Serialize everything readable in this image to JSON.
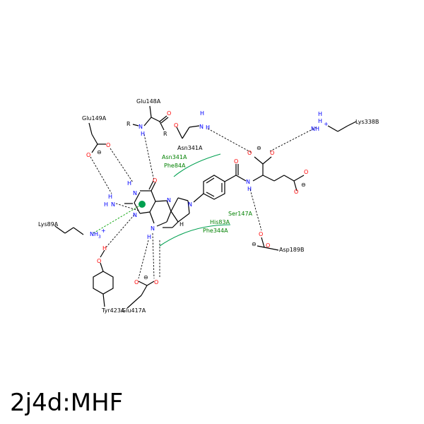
{
  "title": "2j4d:MHF",
  "colors": {
    "carbon": "#000000",
    "nitrogen": "#0000ff",
    "oxygen": "#ff0000",
    "hydrophobic_contact": "#008000",
    "pi_center": "#00a050"
  },
  "residues": {
    "glu148a": "Glu148A",
    "glu149a": "Glu149A",
    "asn341a_hb": "Asn341A",
    "lys338b": "Lys338B",
    "lys89a": "Lys89A",
    "tyr423a": "Tyr423A",
    "glu417a": "Glu417A",
    "asp189b": "Asp189B"
  },
  "hydrophobic": {
    "upper": [
      "Asn341A",
      "Phe84A"
    ],
    "lower": [
      "Ser147A",
      "His83A",
      "Phe344A"
    ]
  },
  "atoms": {
    "R": "R",
    "N": "N",
    "H": "H",
    "O": "O",
    "NH": "NH",
    "NH3": "NH",
    "plus": "+",
    "sub3": "3",
    "minus": "⊖"
  }
}
